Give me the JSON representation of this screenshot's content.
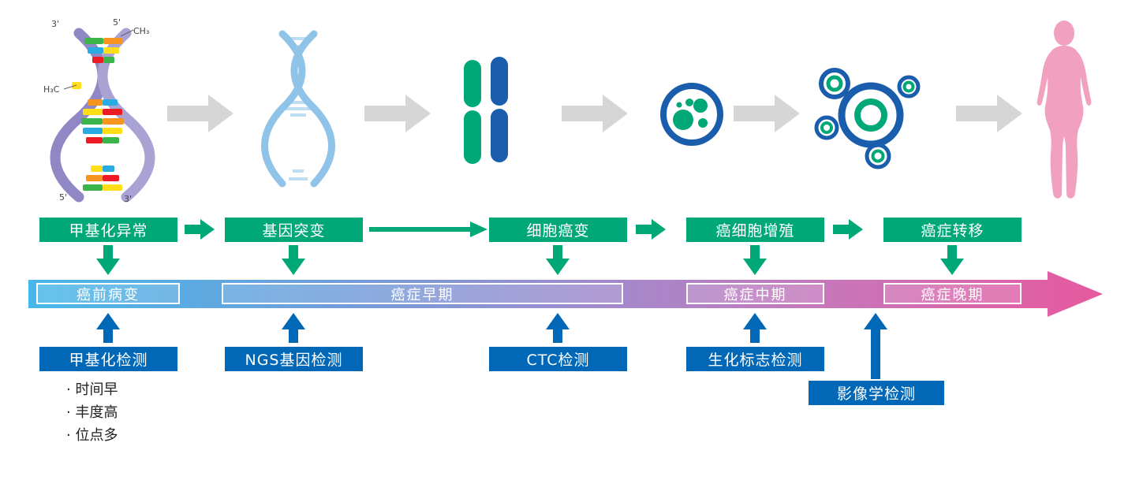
{
  "stage_row": {
    "items": [
      {
        "label": "甲基化异常"
      },
      {
        "label": "基因突变"
      },
      {
        "label": "细胞癌变"
      },
      {
        "label": "癌细胞增殖"
      },
      {
        "label": "癌症转移"
      }
    ]
  },
  "timeline": {
    "phases": [
      {
        "label": "癌前病变"
      },
      {
        "label": "癌症早期"
      },
      {
        "label": "癌症中期"
      },
      {
        "label": "癌症晚期"
      }
    ]
  },
  "detection_row": {
    "items": [
      {
        "label": "甲基化检测"
      },
      {
        "label": "NGS基因检测"
      },
      {
        "label": "CTC检测"
      },
      {
        "label": "生化标志检测"
      },
      {
        "label": "影像学检测"
      }
    ],
    "methylation_points": [
      "· 时间早",
      "· 丰度高",
      "· 位点多"
    ]
  },
  "dna_annotations": {
    "top_left": "3'",
    "top_right": "5'",
    "ch3": "CH₃",
    "h3c": "H₃C",
    "bottom_left": "5'",
    "bottom_right": "3'"
  },
  "colors": {
    "stage_green": "#00A878",
    "detection_blue": "#0068B7",
    "gradient_start": "#47B7E9",
    "gradient_end": "#E7599F",
    "gray_arrow": "#D6D6D6",
    "body_pink": "#F2A0C0",
    "cell_blue": "#1A5DAD",
    "helix_purple": "#9C96CA"
  }
}
